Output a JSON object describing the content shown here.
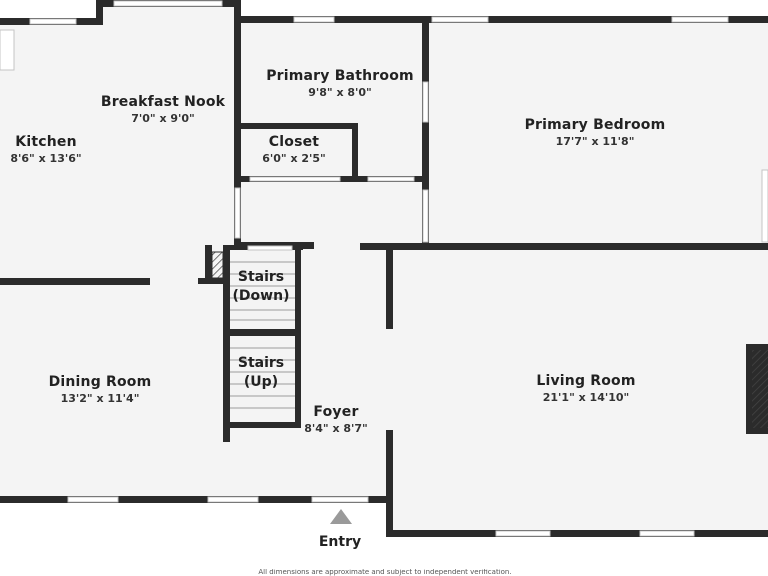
{
  "rooms": {
    "kitchen": {
      "name": "Kitchen",
      "dimensions": "8'6\" x 13'6\""
    },
    "breakfast_nook": {
      "name": "Breakfast Nook",
      "dimensions": "7'0\" x 9'0\""
    },
    "primary_bathroom": {
      "name": "Primary Bathroom",
      "dimensions": "9'8\" x 8'0\""
    },
    "closet": {
      "name": "Closet",
      "dimensions": "6'0\" x 2'5\""
    },
    "primary_bedroom": {
      "name": "Primary Bedroom",
      "dimensions": "17'7\" x 11'8\""
    },
    "stairs_down": {
      "line1": "Stairs",
      "line2": "(Down)"
    },
    "stairs_up": {
      "line1": "Stairs",
      "line2": "(Up)"
    },
    "dining_room": {
      "name": "Dining Room",
      "dimensions": "13'2\" x 11'4\""
    },
    "foyer": {
      "name": "Foyer",
      "dimensions": "8'4\" x 8'7\""
    },
    "living_room": {
      "name": "Living Room",
      "dimensions": "21'1\" x 14'10\""
    }
  },
  "entry": {
    "label": "Entry"
  },
  "footer": {
    "disclaimer": "All dimensions are approximate and subject to independent verification."
  },
  "colors": {
    "wall": "#2b2b2b",
    "floor": "#f4f4f4",
    "window": "#ffffff",
    "entry_marker": "#9a9a9a"
  }
}
